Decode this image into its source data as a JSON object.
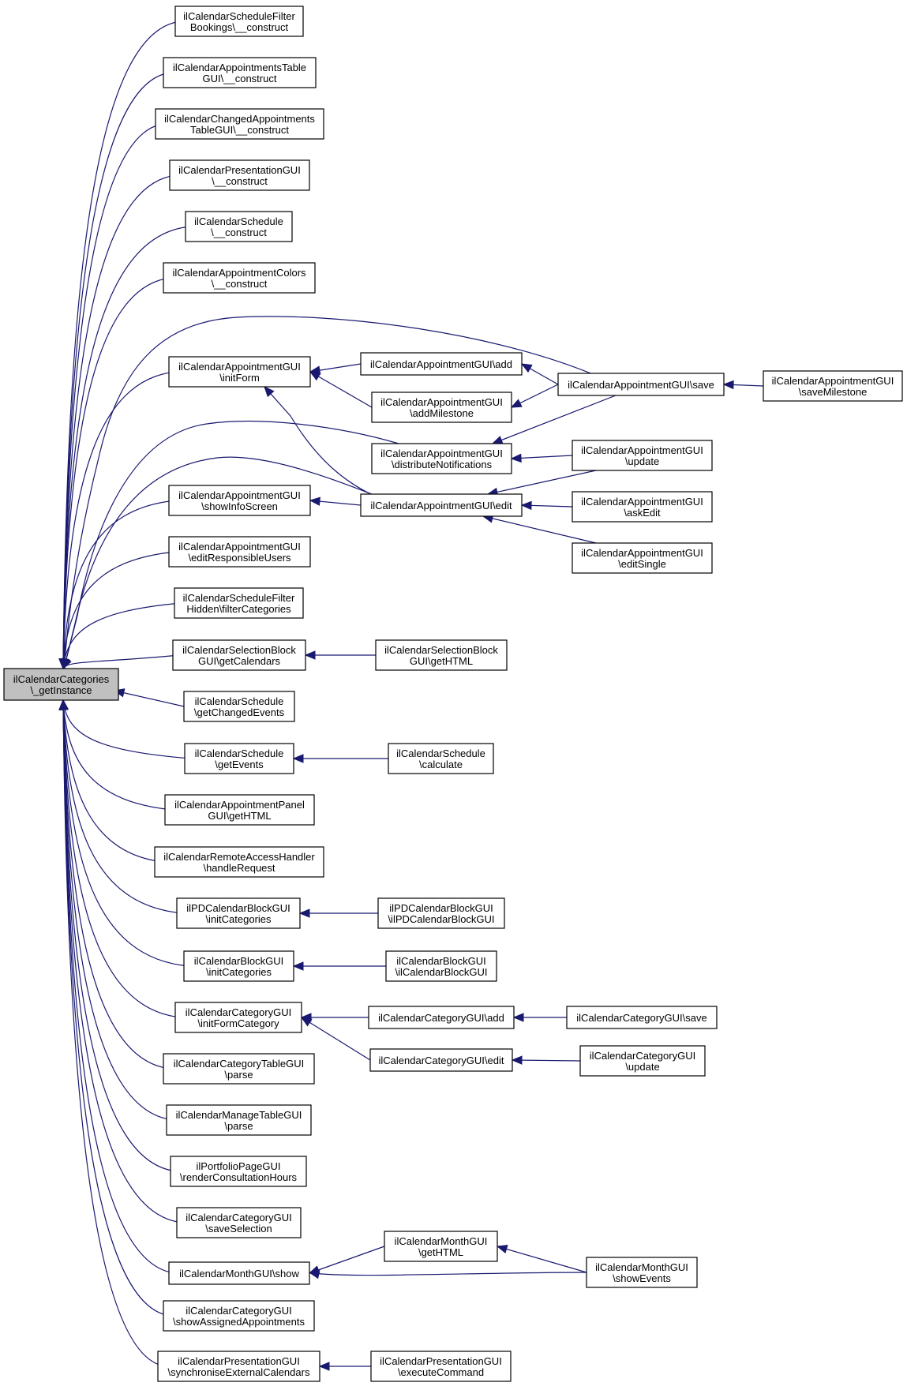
{
  "colors": {
    "edge": "#191970",
    "node_border": "#000000",
    "focus_fill": "#c0c0c0",
    "node_fill": "#ffffff"
  },
  "nodes": {
    "root": [
      "ilCalendarCategories",
      "\\_getInstance"
    ],
    "n1": [
      "ilCalendarScheduleFilter",
      "Bookings\\__construct"
    ],
    "n2": [
      "ilCalendarAppointmentsTable",
      "GUI\\__construct"
    ],
    "n3": [
      "ilCalendarChangedAppointments",
      "TableGUI\\__construct"
    ],
    "n4": [
      "ilCalendarPresentationGUI",
      "\\__construct"
    ],
    "n5": [
      "ilCalendarSchedule",
      "\\__construct"
    ],
    "n6": [
      "ilCalendarAppointmentColors",
      "\\__construct"
    ],
    "n7": [
      "ilCalendarAppointmentGUI",
      "\\initForm"
    ],
    "n8": [
      "ilCalendarAppointmentGUI\\add"
    ],
    "n9": [
      "ilCalendarAppointmentGUI",
      "\\addMilestone"
    ],
    "n10": [
      "ilCalendarAppointmentGUI\\save"
    ],
    "n11": [
      "ilCalendarAppointmentGUI",
      "\\saveMilestone"
    ],
    "n12": [
      "ilCalendarAppointmentGUI",
      "\\distributeNotifications"
    ],
    "n13": [
      "ilCalendarAppointmentGUI",
      "\\update"
    ],
    "n14": [
      "ilCalendarAppointmentGUI",
      "\\showInfoScreen"
    ],
    "n15": [
      "ilCalendarAppointmentGUI\\edit"
    ],
    "n16": [
      "ilCalendarAppointmentGUI",
      "\\askEdit"
    ],
    "n17": [
      "ilCalendarAppointmentGUI",
      "\\editSingle"
    ],
    "n18": [
      "ilCalendarAppointmentGUI",
      "\\editResponsibleUsers"
    ],
    "n19": [
      "ilCalendarScheduleFilter",
      "Hidden\\filterCategories"
    ],
    "n20": [
      "ilCalendarSelectionBlock",
      "GUI\\getCalendars"
    ],
    "n21": [
      "ilCalendarSelectionBlock",
      "GUI\\getHTML"
    ],
    "n22": [
      "ilCalendarSchedule",
      "\\getChangedEvents"
    ],
    "n23": [
      "ilCalendarSchedule",
      "\\getEvents"
    ],
    "n24": [
      "ilCalendarSchedule",
      "\\calculate"
    ],
    "n25": [
      "ilCalendarAppointmentPanel",
      "GUI\\getHTML"
    ],
    "n26": [
      "ilCalendarRemoteAccessHandler",
      "\\handleRequest"
    ],
    "n27": [
      "ilPDCalendarBlockGUI",
      "\\initCategories"
    ],
    "n28": [
      "ilPDCalendarBlockGUI",
      "\\ilPDCalendarBlockGUI"
    ],
    "n29": [
      "ilCalendarBlockGUI",
      "\\initCategories"
    ],
    "n30": [
      "ilCalendarBlockGUI",
      "\\ilCalendarBlockGUI"
    ],
    "n31": [
      "ilCalendarCategoryGUI",
      "\\initFormCategory"
    ],
    "n32": [
      "ilCalendarCategoryGUI\\add"
    ],
    "n33": [
      "ilCalendarCategoryGUI\\save"
    ],
    "n34": [
      "ilCalendarCategoryGUI\\edit"
    ],
    "n35": [
      "ilCalendarCategoryGUI",
      "\\update"
    ],
    "n36": [
      "ilCalendarCategoryTableGUI",
      "\\parse"
    ],
    "n37": [
      "ilCalendarManageTableGUI",
      "\\parse"
    ],
    "n38": [
      "ilPortfolioPageGUI",
      "\\renderConsultationHours"
    ],
    "n39": [
      "ilCalendarCategoryGUI",
      "\\saveSelection"
    ],
    "n40": [
      "ilCalendarMonthGUI\\show"
    ],
    "n41": [
      "ilCalendarMonthGUI",
      "\\getHTML"
    ],
    "n42": [
      "ilCalendarMonthGUI",
      "\\showEvents"
    ],
    "n43": [
      "ilCalendarCategoryGUI",
      "\\showAssignedAppointments"
    ],
    "n44": [
      "ilCalendarPresentationGUI",
      "\\synchroniseExternalCalendars"
    ],
    "n45": [
      "ilCalendarPresentationGUI",
      "\\executeCommand"
    ]
  },
  "edges": [
    [
      "n1",
      "root"
    ],
    [
      "n2",
      "root"
    ],
    [
      "n3",
      "root"
    ],
    [
      "n4",
      "root"
    ],
    [
      "n5",
      "root"
    ],
    [
      "n6",
      "root"
    ],
    [
      "n7",
      "root"
    ],
    [
      "n10",
      "root"
    ],
    [
      "n12",
      "root"
    ],
    [
      "n15",
      "root"
    ],
    [
      "n14",
      "root"
    ],
    [
      "n18",
      "root"
    ],
    [
      "n19",
      "root"
    ],
    [
      "n20",
      "root"
    ],
    [
      "n22",
      "root"
    ],
    [
      "n23",
      "root"
    ],
    [
      "n25",
      "root"
    ],
    [
      "n26",
      "root"
    ],
    [
      "n27",
      "root"
    ],
    [
      "n29",
      "root"
    ],
    [
      "n31",
      "root"
    ],
    [
      "n36",
      "root"
    ],
    [
      "n37",
      "root"
    ],
    [
      "n38",
      "root"
    ],
    [
      "n39",
      "root"
    ],
    [
      "n40",
      "root"
    ],
    [
      "n43",
      "root"
    ],
    [
      "n44",
      "root"
    ],
    [
      "n8",
      "n7"
    ],
    [
      "n9",
      "n7"
    ],
    [
      "n15",
      "n7"
    ],
    [
      "n10",
      "n8"
    ],
    [
      "n10",
      "n9"
    ],
    [
      "n11",
      "n10"
    ],
    [
      "n10",
      "n12"
    ],
    [
      "n13",
      "n12"
    ],
    [
      "n13",
      "n15"
    ],
    [
      "n16",
      "n15"
    ],
    [
      "n17",
      "n15"
    ],
    [
      "n15",
      "n14"
    ],
    [
      "n21",
      "n20"
    ],
    [
      "n24",
      "n23"
    ],
    [
      "n28",
      "n27"
    ],
    [
      "n30",
      "n29"
    ],
    [
      "n32",
      "n31"
    ],
    [
      "n34",
      "n31"
    ],
    [
      "n33",
      "n32"
    ],
    [
      "n35",
      "n34"
    ],
    [
      "n41",
      "n40"
    ],
    [
      "n42",
      "n40"
    ],
    [
      "n42",
      "n41"
    ],
    [
      "n45",
      "n44"
    ]
  ]
}
